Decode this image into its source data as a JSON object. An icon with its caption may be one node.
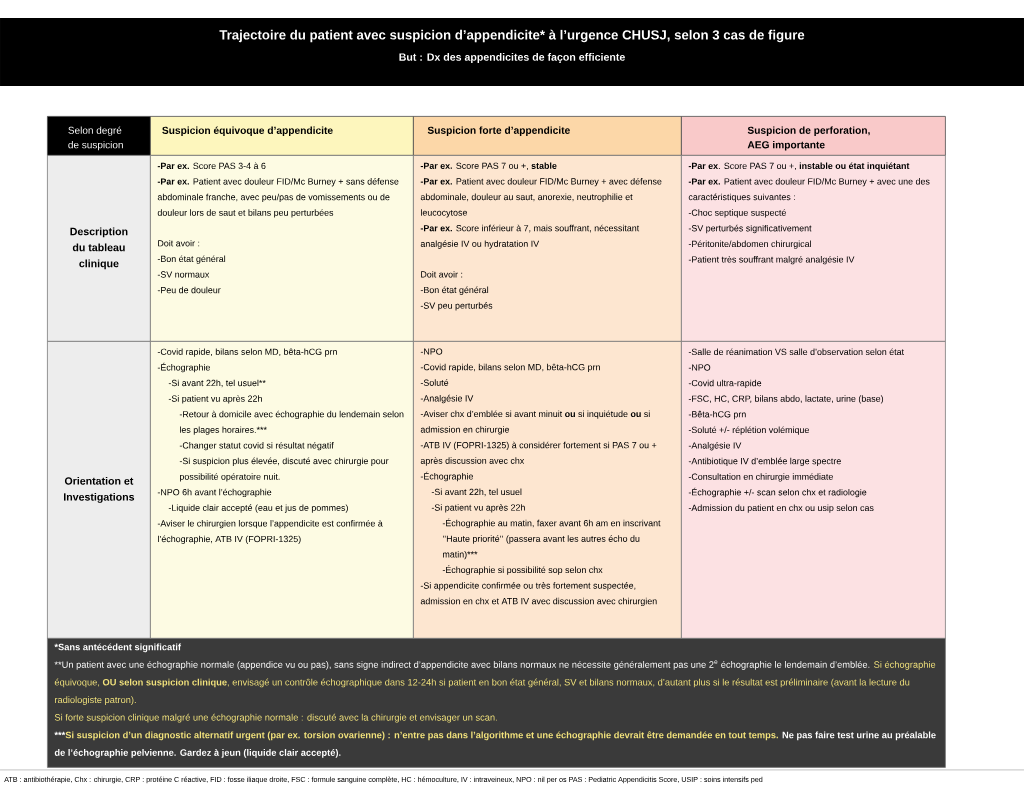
{
  "diagram": {
    "title": "Trajectoire du patient avec suspicion d’appendicite* à l’urgence CHUSJ, selon 3 cas de figure",
    "nodes": [
      {
        "text": [
          "Selon degré de suspicion"
        ]
      },
      {
        "text": [
          "Suspicion équivoque d’appendicite"
        ]
      },
      {
        "text": [
          "Suspicion forte d’appendicite"
        ]
      },
      {
        "text": [
          "Suspicion de perforation, AEG importante"
        ]
      },
      {
        "text": [
          "Description du tableau clinique"
        ]
      },
      {
        "text": [
          "**-Par ex.** Score PAS 3-4 à 6",
          "**-Par ex.** Patient avec douleur FID/Mc Burney + sans défense abdominale franche, avec peu/pas de vomissements ou de douleur lors de saut et bilans peu perturbées",
          "Doit avoir :",
          "-Bon état général",
          "-SV normaux",
          "-Peu de douleur"
        ]
      },
      {
        "text": [
          "**-Par ex.** Score PAS 7 ou +, **stable**",
          "**-Par ex.** Patient avec douleur FID/Mc Burney + avec défense abdominale, douleur au saut, anorexie, neutrophilie et leucocytose",
          "**-Par ex.** Score inférieur à 7, mais souffrant, nécessitant analgésie IV ou hydratation IV",
          "Doit avoir :",
          "-Bon état général",
          "-SV peu perturbés"
        ]
      },
      {
        "text": [
          "**-Par ex**. Score PAS 7 ou +, **instable ou état inquiétant**",
          "**-Par ex.** Patient avec douleur FID/Mc Burney + avec une des caractéristiques suivantes :",
          "-Choc septique suspecté",
          "-SV perturbés significativement",
          "-Péritonite/abdomen chirurgical",
          "-Patient très souffrant malgré analgésie IV"
        ]
      },
      {
        "text": [
          "Orientation et Investigations"
        ]
      },
      {
        "text": [
          "-Covid rapide, bilans selon MD, bêta-hCG prn",
          "-Échographie",
          "-Si avant 22h, tel usuel**",
          "-Si patient vu après 22h",
          "-Retour à domicile avec échographie du lendemain selon les plages horaires.***",
          "-Changer statut covid si résultat négatif",
          "-Si suspicion plus élevée, discuté avec chirurgie pour possibilité opératoire nuit.",
          "-NPO 6h avant l’échographie",
          "-Liquide clair accepté (eau et jus de pommes)",
          "-Aviser le chirurgien lorsque l’appendicite est confirmée à l’échographie, ATB IV (FOPRI-1325)"
        ]
      },
      {
        "text": [
          "-NPO",
          "-Covid rapide, bilans selon MD, bêta-hCG prn",
          "-Soluté",
          "-Analgésie IV",
          "-Aviser chx d’emblée si avant minuit **ou** si inquiétude **ou** si admission en chirurgie",
          "-ATB IV (FOPRI-1325) à considérer fortement si PAS 7 ou + après discussion avec chx",
          "-Échographie",
          "-Si avant 22h, tel usuel",
          "-Si patient vu après 22h",
          "-Échographie au matin, faxer avant 6h am en inscrivant ’’Haute priorité’’ (passera avant les autres écho du matin)***",
          "-Échographie si possibilité sop selon chx",
          "-Si appendicite confirmée ou très fortement suspectée, admission en chx et ATB IV avec discussion avec chirurgien"
        ]
      },
      {
        "text": [
          "-Salle de réanimation VS salle d’observation selon état",
          "-NPO",
          "-Covid ultra-rapide",
          "-FSC, HC, CRP, bilans abdo, lactate, urine (base)",
          "-Bêta-hCG prn",
          "-Soluté +/- réplétion volémique",
          "-Analgésie IV",
          "-Antibiotique IV d’emblée large spectre",
          "-Consultation en chirurgie immédiate",
          "-Échographie  +/- scan selon chx et radiologie",
          "-Admission du patient en chx ou usip selon cas"
        ]
      },
      {
        "text": [
          "*Sans antécédent significatif",
          "**Un patient avec une échographie normale (appendice vu ou pas), sans signe indirect d’appendicite avec bilans normaux ne nécessite généralement pas une 2$^{e}$ échographie le lendemain d’emblée.",
          "Si échographie équivoque, **OU selon suspicion clinique**, envisagé un contrôle échographique dans 12-24h si patient en bon état général, SV et bilans normaux, d’autant plus si le résultat est préliminaire (avant la lecture du radiologiste patron).",
          "Si forte suspicion clinique malgré une échographie normale : discuté avec la chirurgie et envisager un scan.",
          "***",
          "Si suspicion d’un diagnostic alternatif urgent (par ex. torsion ovarienne) :  n’entre pas dans l’algorithme et une échographie devrait être demandée en tout temps.",
          "Ne pas faire test urine au préalable de l’échographie pelvienne. Gardez à jeun (liquide clair accepté)."
        ]
      }
    ],
    "labels": [
      "But : Dx des appendicites de façon efficiente",
      "ATB : antibiothérapie, Chx : chirurgie, CRP : protéine C réactive, FID : fosse iliaque droite, FSC : formule sanguine complète, HC : hémoculture, IV : intraveineux, NPO : nil per os PAS : Pediatric Appendicitis Score, USIP : soins intensifs ped"
    ]
  }
}
